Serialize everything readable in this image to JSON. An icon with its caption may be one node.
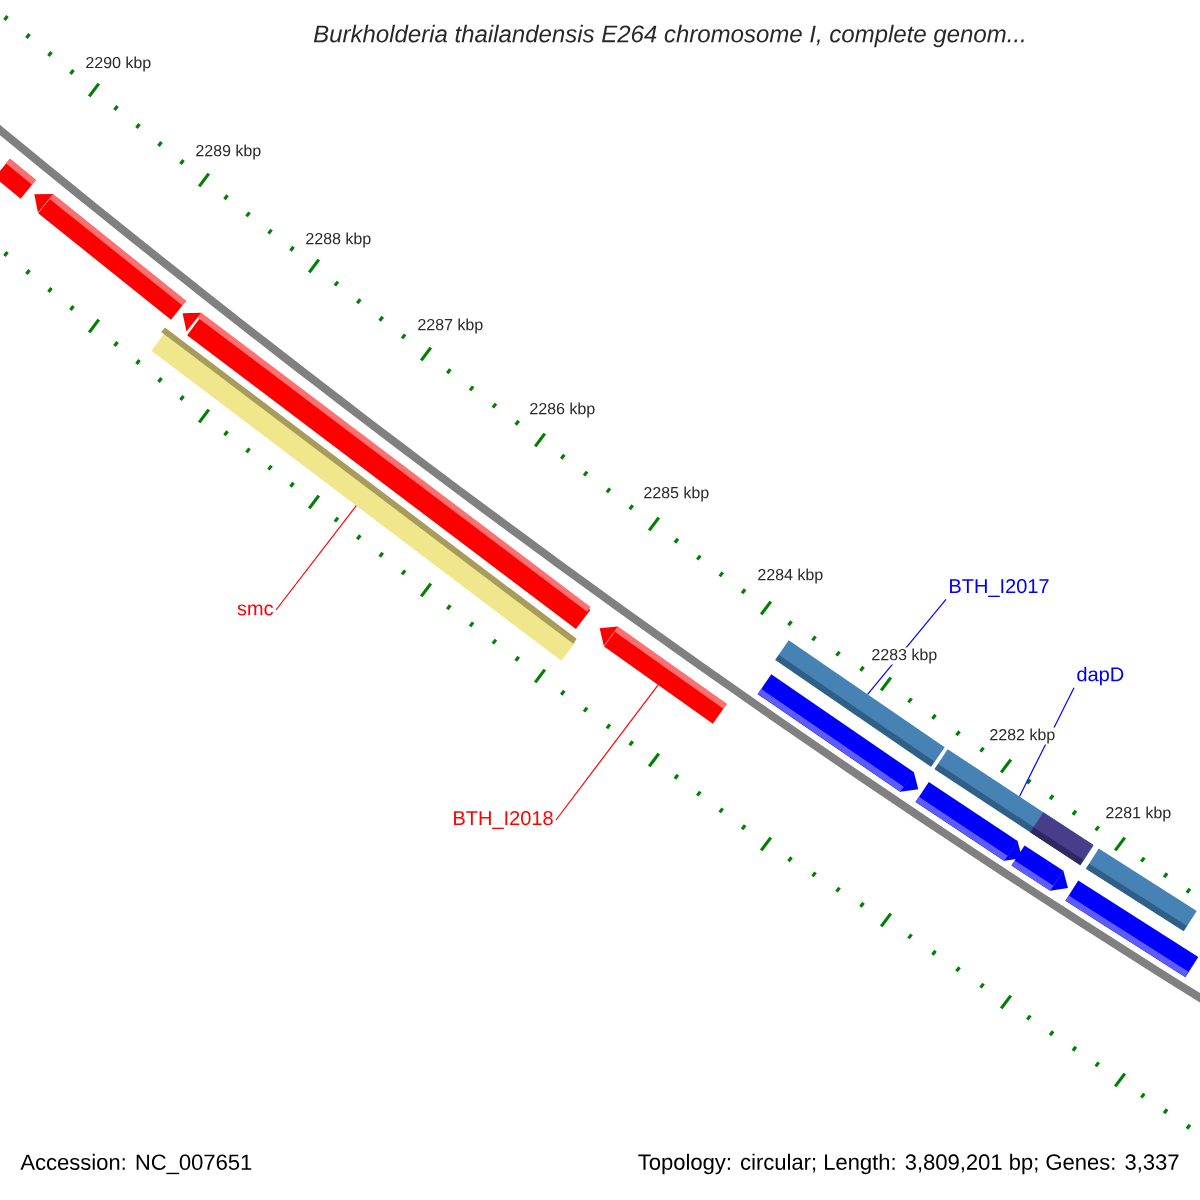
{
  "diagram": {
    "title": "Burkholderia thailandensis E264 chromosome I, complete genom...",
    "nodes": [
      {
        "text": [],
        "shape": "bar"
      },
      {
        "text": [],
        "shape": "arrow"
      },
      {
        "text": [],
        "shape": "arrow"
      },
      {
        "text": [],
        "shape": "bar"
      },
      {
        "text": [
          "smc"
        ]
      },
      {
        "text": [],
        "shape": "arrow"
      },
      {
        "text": [
          "BTH_I2018"
        ]
      },
      {
        "text": [
          "BTH_I2017"
        ]
      },
      {
        "text": [],
        "shape": "bar"
      },
      {
        "text": [],
        "shape": "arrow"
      },
      {
        "text": [
          "dapD"
        ]
      },
      {
        "text": [],
        "shape": "bar"
      },
      {
        "text": [],
        "shape": "bar",
        "in": 11
      },
      {
        "text": [],
        "shape": "arrow"
      },
      {
        "text": [],
        "shape": "arrow"
      },
      {
        "text": [],
        "shape": "bar"
      },
      {
        "text": [],
        "shape": "bar"
      }
    ],
    "edges": [
      {
        "from": 4,
        "to": 3,
        "arrow": "none",
        "color": "#ff0000"
      },
      {
        "from": 6,
        "to": 5,
        "arrow": "none",
        "color": "#ff0000"
      },
      {
        "from": 7,
        "to": 8,
        "arrow": "none",
        "color": "#0000ff"
      },
      {
        "from": 10,
        "to": 11,
        "arrow": "none",
        "color": "#0000ff"
      }
    ],
    "labels": [
      "2290 kbp",
      "2289 kbp",
      "2288 kbp",
      "2287 kbp",
      "2286 kbp",
      "2285 kbp",
      "2284 kbp",
      "2283 kbp",
      "2282 kbp",
      "2281 kbp",
      "Accession: NC_007651",
      "Topology: circular; Length: 3,809,201 bp; Genes: 3,337"
    ]
  }
}
